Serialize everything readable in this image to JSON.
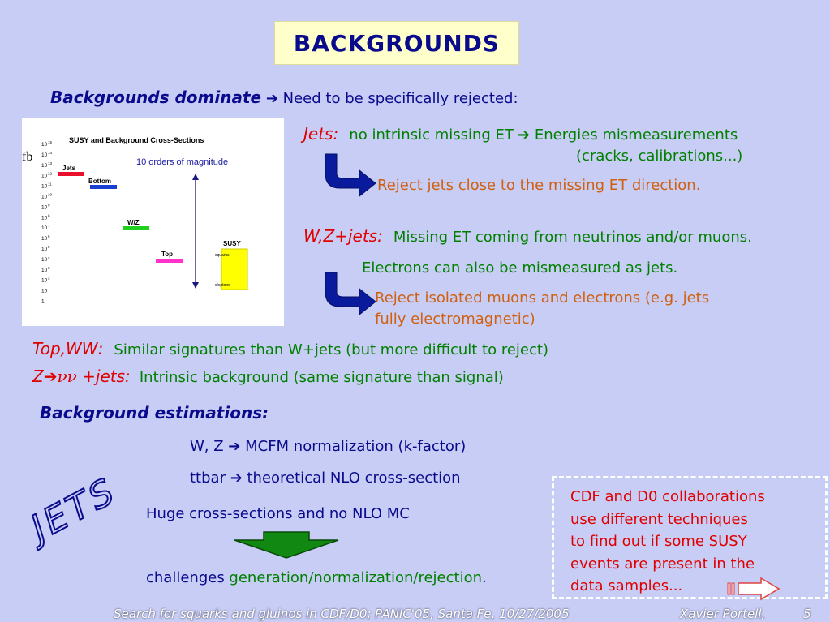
{
  "title": "BACKGROUNDS",
  "intro": {
    "lead": "Backgrounds dominate",
    "arrow": "➔",
    "rest": " Need to be specifically rejected:"
  },
  "chart": {
    "title": "SUSY and Background Cross-Sections",
    "unit": "fb",
    "annotation": "10 orders of magnitude",
    "ticks": [
      "10",
      "10",
      "10",
      "10",
      "10",
      "10",
      "10",
      "10",
      "10",
      "10",
      "10",
      "10",
      "10",
      "10",
      "10",
      "1"
    ],
    "exponents": [
      "15",
      "14",
      "13",
      "12",
      "11",
      "10",
      "9",
      "8",
      "7",
      "6",
      "5",
      "4",
      "3",
      "2",
      "",
      ""
    ],
    "labels": {
      "jets": "Jets",
      "bottom": "Bottom",
      "wz": "W/Z",
      "top": "Top",
      "susy": "SUSY",
      "squarks": "squarks",
      "sleptons": "sleptons"
    },
    "colors": {
      "jets": "#e8102a",
      "bottom": "#1a3fd0",
      "wz": "#20d020",
      "top": "#ff33cc",
      "susy": "#ffff00"
    }
  },
  "jets_section": {
    "label": "Jets:",
    "text": "no intrinsic missing ET",
    "arrow": "➔",
    "text2": " Energies mismeasurements",
    "text3": "(cracks, calibrations...)",
    "reject": "Reject jets close to the missing ET direction."
  },
  "wz_section": {
    "label": "W,Z+jets:",
    "text": "Missing ET coming from neutrinos and/or muons.",
    "text2": "Electrons can also be mismeasured as jets.",
    "reject1": "Reject isolated muons and electrons (e.g. jets",
    "reject2": "fully electromagnetic)"
  },
  "topww": {
    "label": "Top,WW:",
    "text": "Similar signatures than W+jets (but more difficult to reject)"
  },
  "znn": {
    "label_z": "Z",
    "arrow": "➔",
    "nunu": "νν",
    "label_rest": " +jets:",
    "text": "Intrinsic background (same signature than signal)"
  },
  "estimations": {
    "heading": "Background estimations:",
    "line1": "W, Z ➔ MCFM normalization (k-factor)",
    "line2": "ttbar ➔ theoretical NLO cross-section",
    "line3": "Huge cross-sections and no NLO MC",
    "line4_a": "challenges ",
    "line4_b": "generation/normalization/rejection",
    "line4_c": "."
  },
  "jets_word": "JETS",
  "cdf_box": [
    "CDF and D0 collaborations",
    "use different techniques",
    "to find out if some SUSY",
    "events are present in the",
    "data samples..."
  ],
  "footer": {
    "left": "Search for squarks and gluinos in CDF/D0; PANIC'05, Santa Fe, 10/27/2005",
    "author": "Xavier Portell,",
    "page": "5"
  }
}
